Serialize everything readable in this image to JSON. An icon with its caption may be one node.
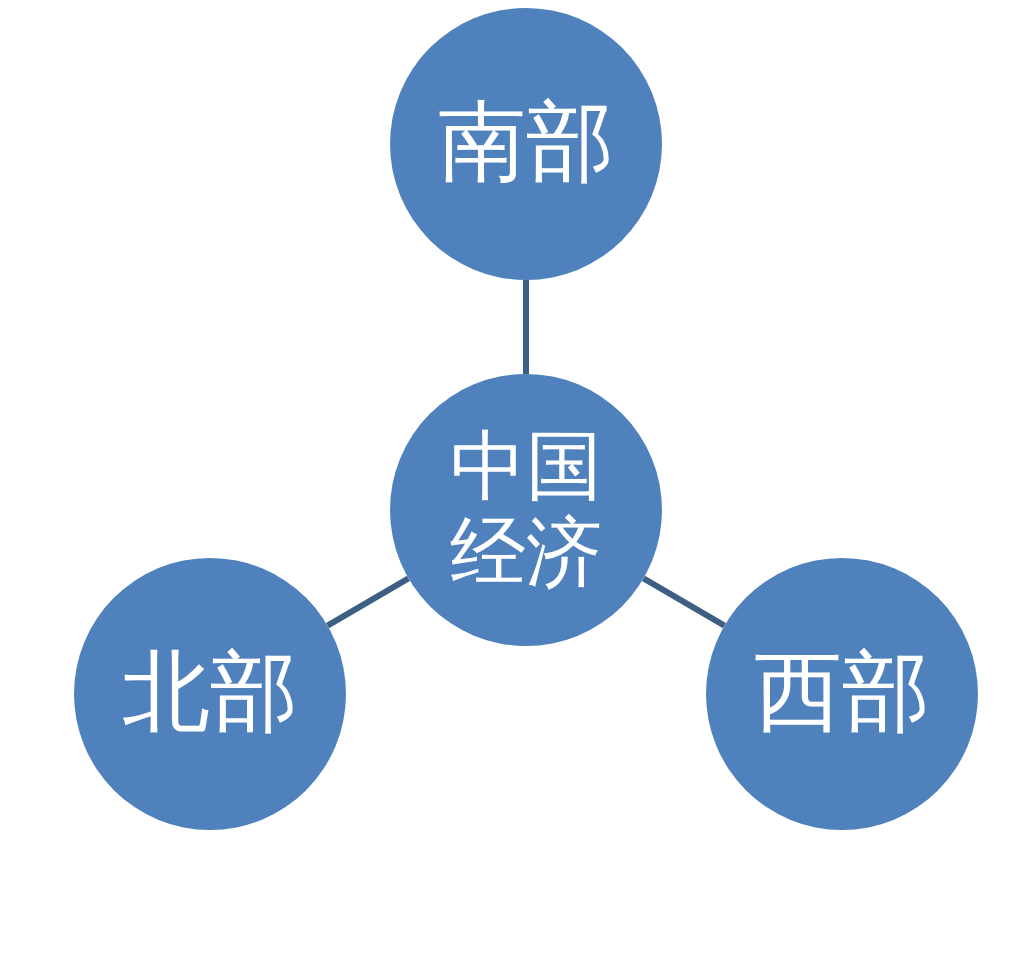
{
  "diagram": {
    "nodes": [
      {
        "text": [
          "南部"
        ]
      },
      {
        "text": [
          "中国经济"
        ]
      },
      {
        "text": [
          "北部"
        ]
      },
      {
        "text": [
          "西部"
        ]
      }
    ],
    "edges": [
      {
        "from": 1,
        "to": 0,
        "arrow": "none"
      },
      {
        "from": 1,
        "to": 2,
        "arrow": "none"
      },
      {
        "from": 1,
        "to": 3,
        "arrow": "none"
      }
    ]
  }
}
